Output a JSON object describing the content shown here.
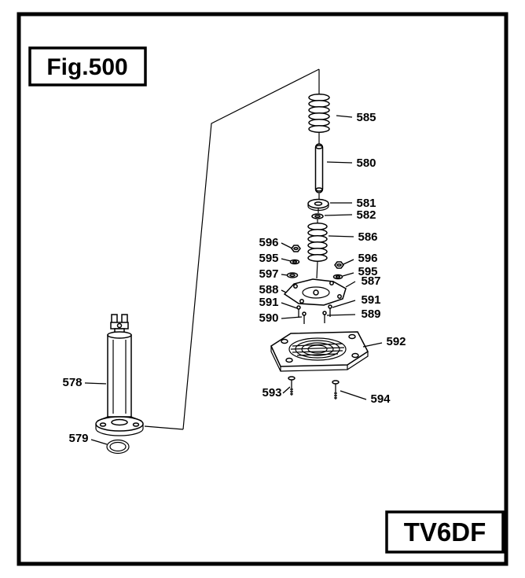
{
  "colors": {
    "ink": "#000000",
    "paper": "#ffffff"
  },
  "figure": {
    "label": "Fig.500"
  },
  "model": {
    "label": "TV6DF"
  },
  "labels": {
    "l585": "585",
    "l580": "580",
    "l581": "581",
    "l582": "582",
    "l586": "586",
    "l596L": "596",
    "l595L": "595",
    "l597": "597",
    "l596R": "596",
    "l595R": "595",
    "l587": "587",
    "l588": "588",
    "l591L": "591",
    "l591R": "591",
    "l590": "590",
    "l589": "589",
    "l592": "592",
    "l593": "593",
    "l594": "594",
    "l578": "578",
    "l579": "579"
  }
}
